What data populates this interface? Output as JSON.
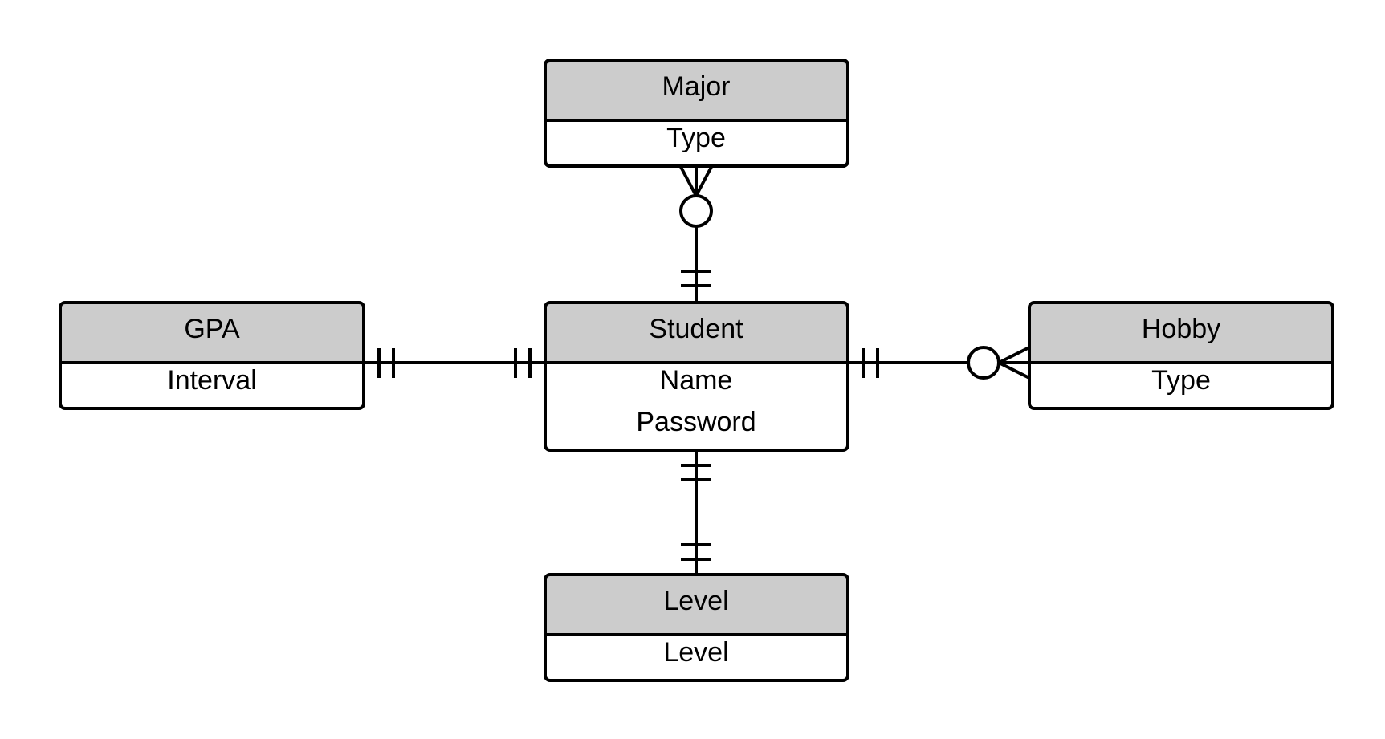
{
  "colors": {
    "header_fill": "#cccccc",
    "body_fill": "#ffffff",
    "stroke": "#000000",
    "text": "#000000"
  },
  "entities": {
    "major": {
      "name": "Major",
      "attributes": [
        "Type"
      ]
    },
    "gpa": {
      "name": "GPA",
      "attributes": [
        "Interval"
      ]
    },
    "student": {
      "name": "Student",
      "attributes": [
        "Name",
        "Password"
      ]
    },
    "hobby": {
      "name": "Hobby",
      "attributes": [
        "Type"
      ]
    },
    "level": {
      "name": "Level",
      "attributes": [
        "Level"
      ]
    }
  },
  "relationships": [
    {
      "from": "student",
      "to": "major",
      "from_cardinality": "one-and-only-one",
      "to_cardinality": "zero-or-many"
    },
    {
      "from": "student",
      "to": "gpa",
      "from_cardinality": "one-and-only-one",
      "to_cardinality": "one-and-only-one"
    },
    {
      "from": "student",
      "to": "hobby",
      "from_cardinality": "one-and-only-one",
      "to_cardinality": "zero-or-many"
    },
    {
      "from": "student",
      "to": "level",
      "from_cardinality": "one-and-only-one",
      "to_cardinality": "one-and-only-one"
    }
  ]
}
